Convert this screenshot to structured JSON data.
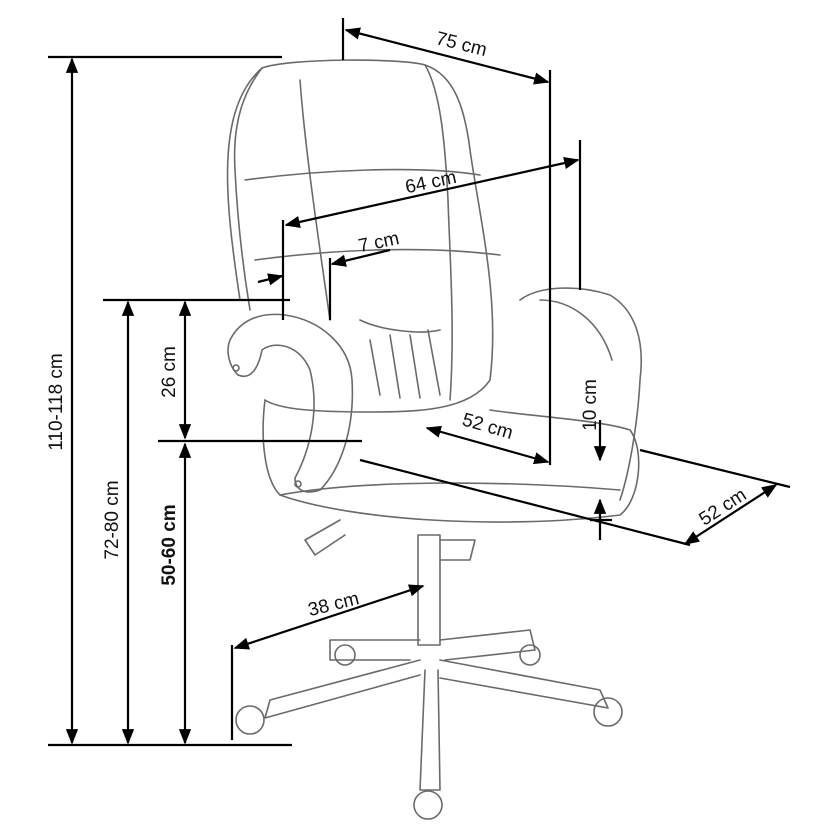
{
  "title": "Office chair dimensions",
  "dimensions": {
    "total_height": "110-118 cm",
    "armrest_height": "72-80 cm",
    "seat_height": "50-60 cm",
    "armrest_above_seat": "26 cm",
    "total_width": "75 cm",
    "backrest_width": "64 cm",
    "armrest_width": "7 cm",
    "seat_width": "52 cm",
    "seat_thickness": "10 cm",
    "seat_depth": "52 cm",
    "base_radius": "38 cm"
  }
}
